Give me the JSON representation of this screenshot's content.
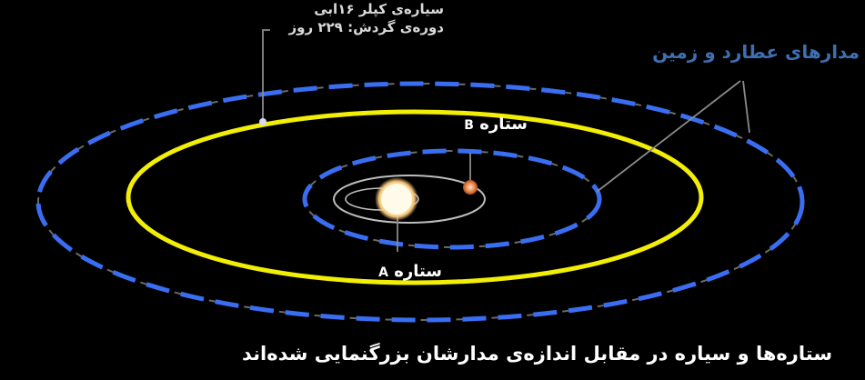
{
  "planet": {
    "name": "سیاره‌ی کپلر ۱۶ابی",
    "period": "دوره‌ی گردش: ۲۲۹ روز"
  },
  "orbits_label": "مدارهای عطارد و زمین",
  "star_b": {
    "word": "ستاره",
    "letter": "B"
  },
  "star_a": {
    "word": "ستاره",
    "letter": "A"
  },
  "caption": "ستاره‌ها و سیاره در مقابل اندازه‌ی مدارشان بزرگنمایی شده‌اند",
  "colors": {
    "background": "#000000",
    "earth_mercury_orbits": "#3a6ef2",
    "planet_orbit": "#f2ee05",
    "star_a": "#fff4d0",
    "star_b": "#e58a4a",
    "leader_lines": "#8a8a8a",
    "orbits_label": "#3e6fb0"
  },
  "icons": {
    "star_a": "star-a-icon",
    "star_b": "star-b-icon",
    "planet": "planet-marker-icon"
  }
}
